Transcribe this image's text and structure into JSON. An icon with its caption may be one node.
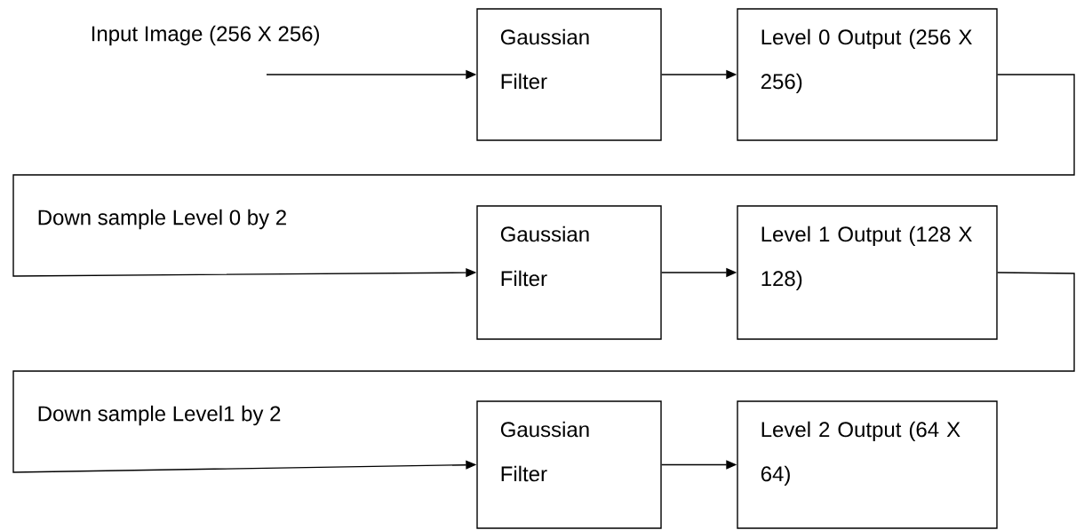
{
  "diagram": {
    "nodes": [
      {
        "text": [
          "Gaussian Filter"
        ]
      },
      {
        "text": [
          "Level 0 Output (256 X 256)"
        ]
      },
      {
        "text": [
          "Gaussian Filter"
        ]
      },
      {
        "text": [
          "Level 1 Output (128 X 128)"
        ]
      },
      {
        "text": [
          "Gaussian Filter"
        ]
      },
      {
        "text": [
          "Level 2 Output (64 X 64)"
        ]
      }
    ],
    "edges": [
      {
        "from": null,
        "to": 0,
        "arrow": "to",
        "label": "Input Image (256 X 256)"
      },
      {
        "from": 0,
        "to": 1,
        "arrow": "to"
      },
      {
        "from": 1,
        "to": 2,
        "arrow": "to",
        "label": "Down sample Level 0 by 2"
      },
      {
        "from": 2,
        "to": 3,
        "arrow": "to"
      },
      {
        "from": 3,
        "to": 4,
        "arrow": "to",
        "label": "Down sample Level1 by 2"
      },
      {
        "from": 4,
        "to": 5,
        "arrow": "to"
      }
    ]
  }
}
